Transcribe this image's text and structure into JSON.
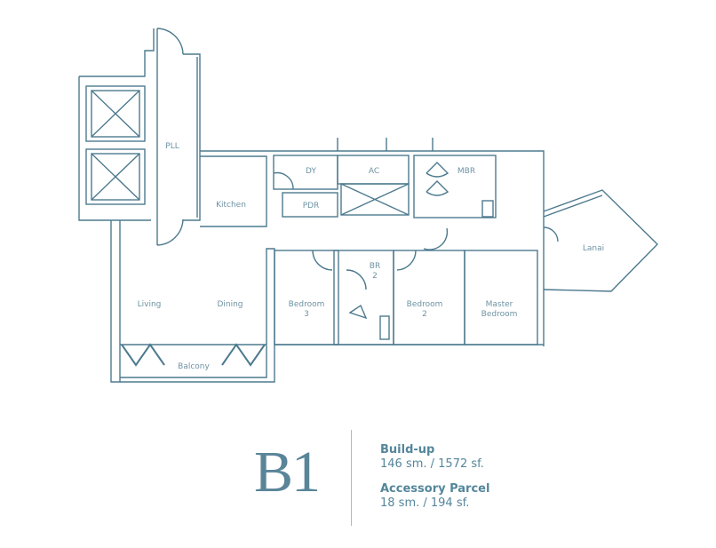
{
  "plan": {
    "stroke_color": "#4d7a8e",
    "label_color": "#6e93a3",
    "rooms": {
      "pll": "PLL",
      "kitchen": "Kitchen",
      "dy": "DY",
      "ac": "AC",
      "pdr": "PDR",
      "mbr": "MBR",
      "lanai": "Lanai",
      "br2_line1": "BR",
      "br2_line2": "2",
      "living": "Living",
      "dining": "Dining",
      "bedroom3_line1": "Bedroom",
      "bedroom3_line2": "3",
      "bedroom2_line1": "Bedroom",
      "bedroom2_line2": "2",
      "master_line1": "Master",
      "master_line2": "Bedroom",
      "balcony": "Balcony"
    }
  },
  "unit": {
    "code": "B1",
    "buildup_title": "Build-up",
    "buildup_value": "146 sm. / 1572 sf.",
    "accessory_title": "Accessory Parcel",
    "accessory_value": "18 sm. / 194 sf."
  }
}
